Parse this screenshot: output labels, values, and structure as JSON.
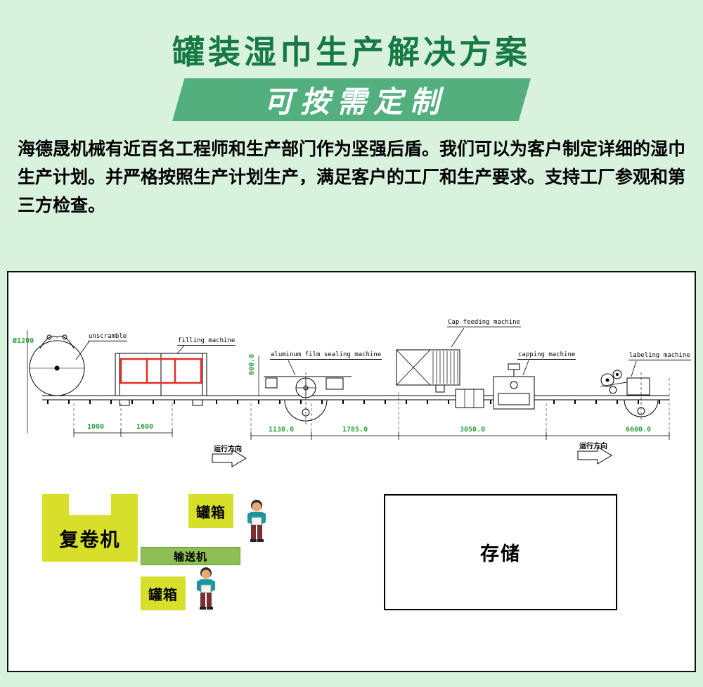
{
  "header": {
    "title": "罐装湿巾生产解决方案",
    "banner_label": "可按需定制"
  },
  "intro": {
    "text": "海德晟机械有近百名工程师和生产部门作为坚强后盾。我们可以为客户制定详细的湿巾生产计划。并严格按照生产计划生产，满足客户的工厂和生产要求。支持工厂参观和第三方检查。"
  },
  "diagram": {
    "labels": {
      "diameter": "Ø1200",
      "unscramble": "unscramble",
      "filling": "filling machine",
      "film_sealing": "aluminum film sealing machine",
      "cap_feeding": "Cap feeding machine",
      "capping": "capping machine",
      "labeling": "labeling machine",
      "vertical_dim": "600.0",
      "direction": "运行方向"
    },
    "dimensions": {
      "d1": "1000",
      "d2": "1600",
      "d3": "1130.0",
      "d4": "1785.0",
      "d5": "3050.0",
      "d6": "6600.0"
    },
    "floor": {
      "rewinder": "复卷机",
      "can_box_top": "罐箱",
      "can_box_bottom": "罐箱",
      "conveyor": "输送机",
      "storage": "存储"
    },
    "colors": {
      "background_mint": "#d9f2de",
      "title_green": "#177a45",
      "accent_green": "#53b07e",
      "machine_yellow": "#d8df2b",
      "conveyor_green": "#8fbe55",
      "dimension_green": "#2e9e3e",
      "frame_red": "#e23028",
      "worker_teal": "#18989c"
    }
  }
}
